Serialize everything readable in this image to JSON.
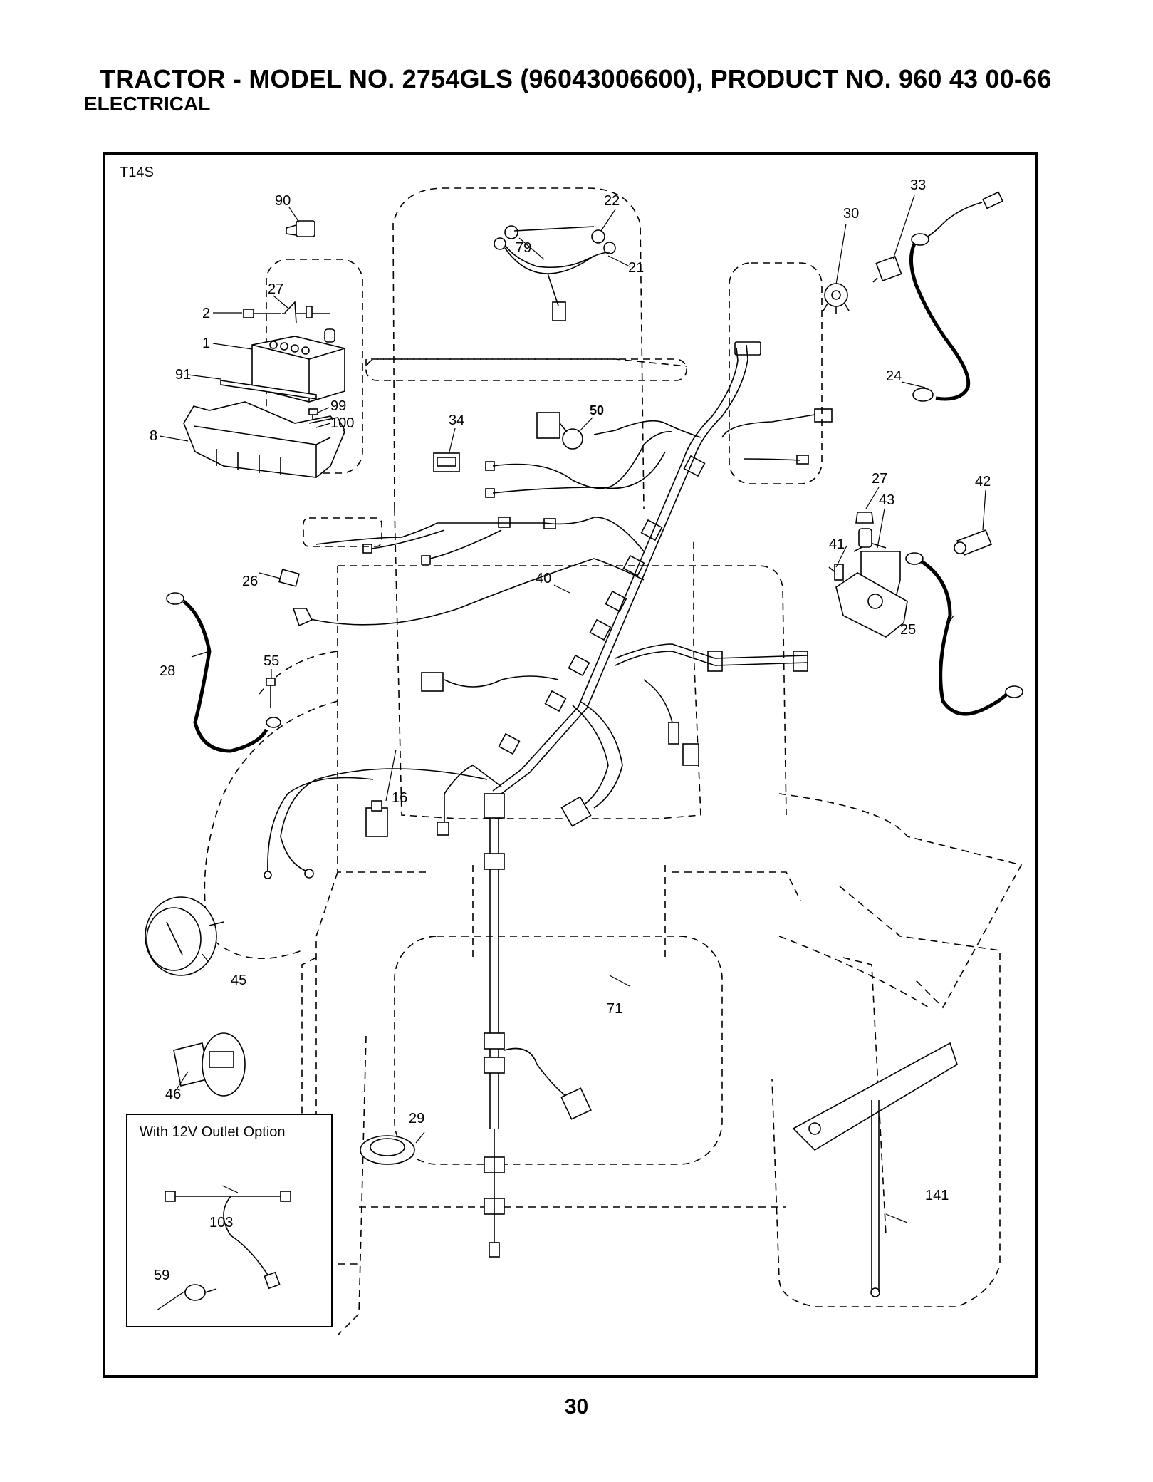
{
  "header": {
    "title": "TRACTOR - MODEL NO. 2754GLS (96043006600), PRODUCT NO. 960 43 00-66",
    "subtitle": "ELECTRICAL"
  },
  "diagram": {
    "code": "T14S",
    "option_box_title": "With 12V Outlet Option",
    "callouts": [
      "90",
      "22",
      "79",
      "21",
      "30",
      "33",
      "2",
      "27",
      "1",
      "91",
      "99",
      "100",
      "8",
      "34",
      "50",
      "24",
      "27",
      "42",
      "43",
      "41",
      "26",
      "40",
      "25",
      "28",
      "55",
      "16",
      "45",
      "71",
      "46",
      "29",
      "141",
      "103",
      "59"
    ]
  },
  "footer": {
    "page_number": "30"
  }
}
